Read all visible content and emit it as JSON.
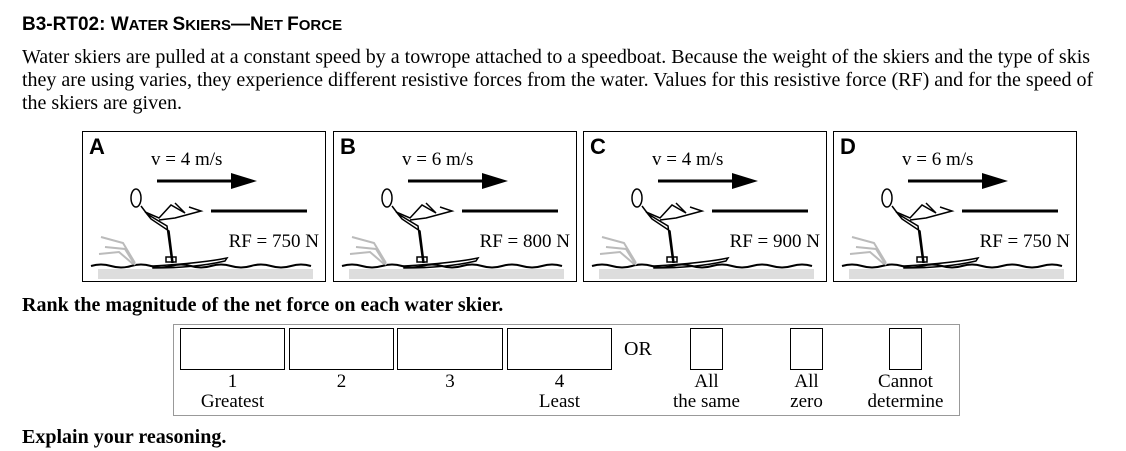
{
  "title": {
    "code": "B3-RT02: ",
    "w1": "W",
    "w1s": "ATER ",
    "w2": "S",
    "w2s": "KIERS",
    "dash": "—",
    "w3": "N",
    "w3s": "ET ",
    "w4": "F",
    "w4s": "ORCE"
  },
  "intro": "Water skiers are pulled at a constant speed by a towrope attached to a speedboat. Because the weight of the skiers and the type of skis they are using varies, they experience different resistive forces from the water. Values for this resistive force (RF) and for the speed of the skiers are given.",
  "panels": [
    {
      "label": "A",
      "velocity": "v = 4 m/s",
      "rf": "RF = 750 N"
    },
    {
      "label": "B",
      "velocity": "v = 6 m/s",
      "rf": "RF = 800 N"
    },
    {
      "label": "C",
      "velocity": "v = 4 m/s",
      "rf": "RF = 900 N"
    },
    {
      "label": "D",
      "velocity": "v = 6 m/s",
      "rf": "RF = 750 N"
    }
  ],
  "question": "Rank the magnitude of the net force on each water skier.",
  "ranking": {
    "ranks": [
      {
        "num": "1",
        "sub": "Greatest"
      },
      {
        "num": "2",
        "sub": ""
      },
      {
        "num": "3",
        "sub": ""
      },
      {
        "num": "4",
        "sub": "Least"
      }
    ],
    "or": "OR",
    "options": [
      {
        "l1": "All",
        "l2": "the same"
      },
      {
        "l1": "All",
        "l2": "zero"
      },
      {
        "l1": "Cannot",
        "l2": "determine"
      }
    ]
  },
  "explain": "Explain your reasoning."
}
